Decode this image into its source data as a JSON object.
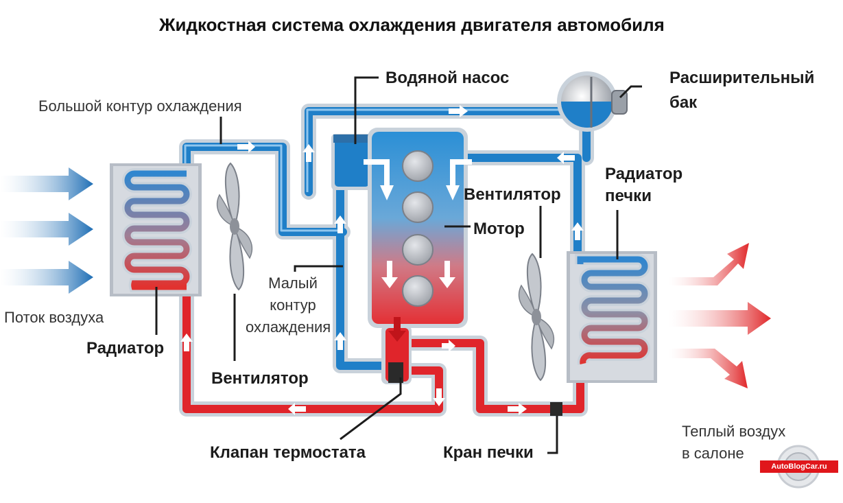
{
  "title": "Жидкостная система охлаждения двигателя автомобиля",
  "labels": {
    "water_pump": "Водяной насос",
    "expansion_tank_line1": "Расширительный",
    "expansion_tank_line2": "бак",
    "large_circuit": "Большой контур охлаждения",
    "heater_radiator_line1": "Радиатор",
    "heater_radiator_line2": "печки",
    "fan_right": "Вентилятор",
    "motor": "Мотор",
    "small_circuit_line1": "Малый",
    "small_circuit_line2": "контур",
    "small_circuit_line3": "охлаждения",
    "air_flow": "Поток воздуха",
    "radiator": "Радиатор",
    "fan_left": "Вентилятор",
    "thermostat_valve": "Клапан термостата",
    "heater_valve": "Кран печки",
    "warm_air_line1": "Теплый воздух",
    "warm_air_line2": "в салоне"
  },
  "logo_text": "AutoBlogCar.ru",
  "colors": {
    "cold": "#1f7fc8",
    "hot": "#e0252b",
    "pipe_outline": "#c9d2db",
    "arrow_blue": "#1d6fb5",
    "arrow_red": "#e1342f",
    "cylinder": "#b9bcc2"
  }
}
